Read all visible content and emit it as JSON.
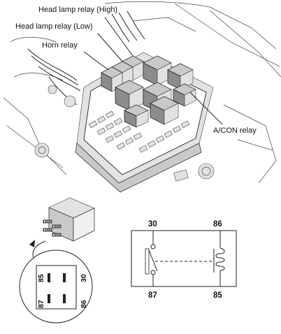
{
  "callouts": {
    "head_lamp_relay_high": "Head lamp relay (High)",
    "head_lamp_relay_low": "Head lamp relay (Low)",
    "horn_relay": "Horn relay",
    "acon_relay": "A/CON relay"
  },
  "pinout": {
    "top_left": "85",
    "top_right": "30",
    "bottom_left": "87",
    "bottom_right": "86"
  },
  "circuit": {
    "top_left_terminal": "30",
    "top_right_terminal": "86",
    "bottom_left_terminal": "87",
    "bottom_right_terminal": "85"
  }
}
